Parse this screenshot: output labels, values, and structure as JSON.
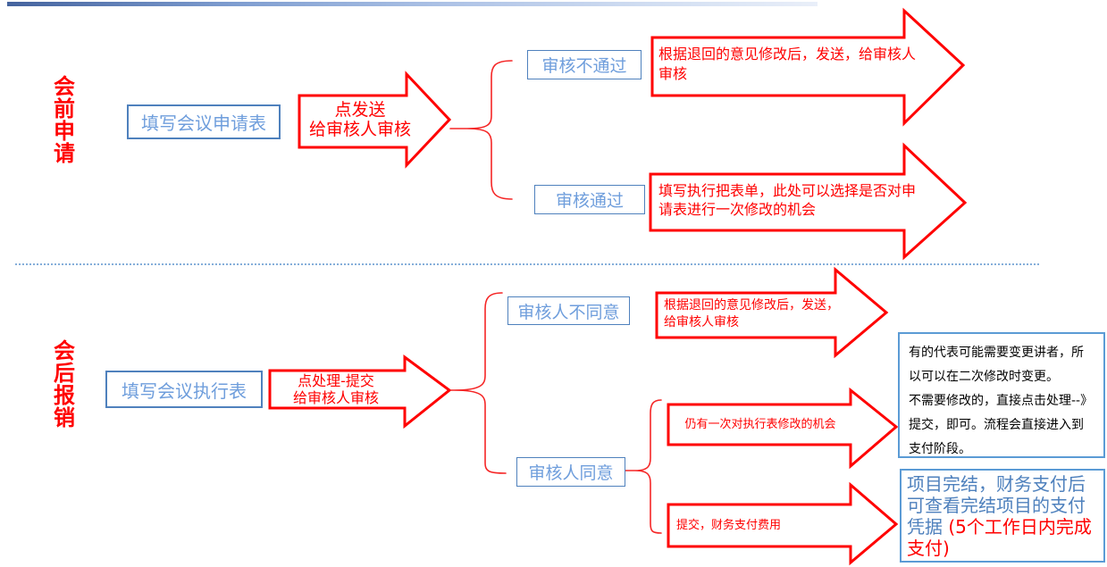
{
  "pre": {
    "label": "会前申请",
    "start": "填写会议申请表",
    "action": "点发送\n给审核人审核",
    "fail": "审核不通过",
    "pass": "审核通过",
    "fail_arrow": "根据退回的意见修改后，发送，给审核人审核",
    "pass_arrow": "填写执行把表单，此处可以选择是否对申请表进行一次修改的机会"
  },
  "post": {
    "label": "会后报销",
    "start": "填写会议执行表",
    "action": "点处理-提交\n给审核人审核",
    "fail": "审核人不同意",
    "pass": "审核人同意",
    "fail_arrow": "根据退回的意见修改后，发送，给审核人审核",
    "modify_arrow": "仍有一次对执行表修改的机会",
    "submit_arrow": "提交，财务支付费用",
    "note_modify": "有的代表可能需要变更讲者，所以可以在二次修改时变更。\n不需要修改的，直接点击处理--》提交，即可。流程会直接进入到支付阶段。",
    "note_pay_blue": "项目完结，财务支付后可查看完结项目的支付凭据 ",
    "note_pay_red": "(5个工作日内完成支付)"
  },
  "colors": {
    "arrow_red": "#ff0000",
    "box_border_blue": "#4f81bd",
    "box_text_blue": "#6f9edc",
    "note_border_blue": "#5b9bd5",
    "note_text_blue": "#4f81bd",
    "divider_blue": "#85aeda"
  }
}
